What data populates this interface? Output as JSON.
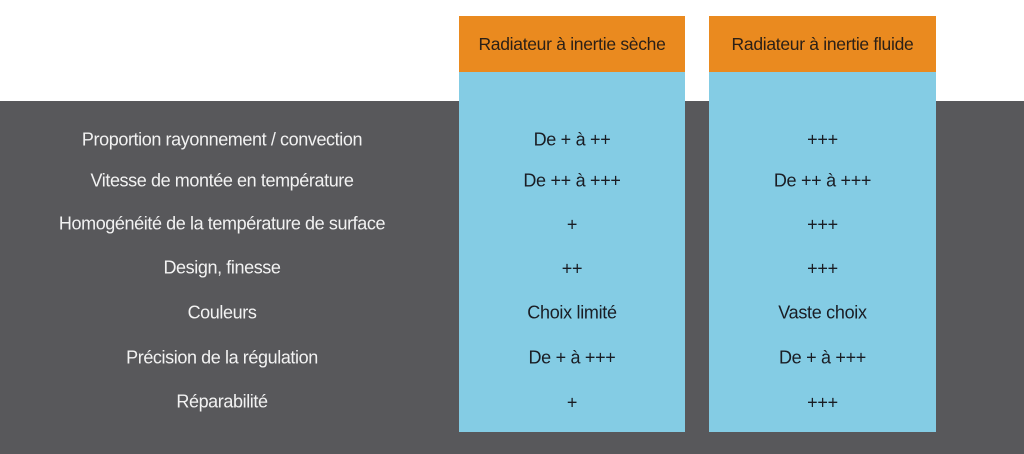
{
  "colors": {
    "background_top": "#ffffff",
    "background_band": "#58585b",
    "header_accent": "#ea8a1f",
    "column_fill": "#84cce4"
  },
  "columns": [
    {
      "header": "Radiateur à inertie sèche"
    },
    {
      "header": "Radiateur à inertie fluide"
    }
  ],
  "rows": [
    {
      "label": "Proportion rayonnement / convection",
      "values": [
        "De + à ++",
        "+++"
      ]
    },
    {
      "label": "Vitesse de montée en température",
      "values": [
        "De ++ à +++",
        "De ++ à +++"
      ]
    },
    {
      "label": "Homogénéité de la température de surface",
      "values": [
        "+",
        "+++"
      ]
    },
    {
      "label": "Design, finesse",
      "values": [
        "++",
        "+++"
      ]
    },
    {
      "label": "Couleurs",
      "values": [
        "Choix limité",
        "Vaste choix"
      ]
    },
    {
      "label": "Précision de la régulation",
      "values": [
        "De + à +++",
        "De + à +++"
      ]
    },
    {
      "label": "Réparabilité",
      "values": [
        "+",
        "+++"
      ]
    }
  ]
}
